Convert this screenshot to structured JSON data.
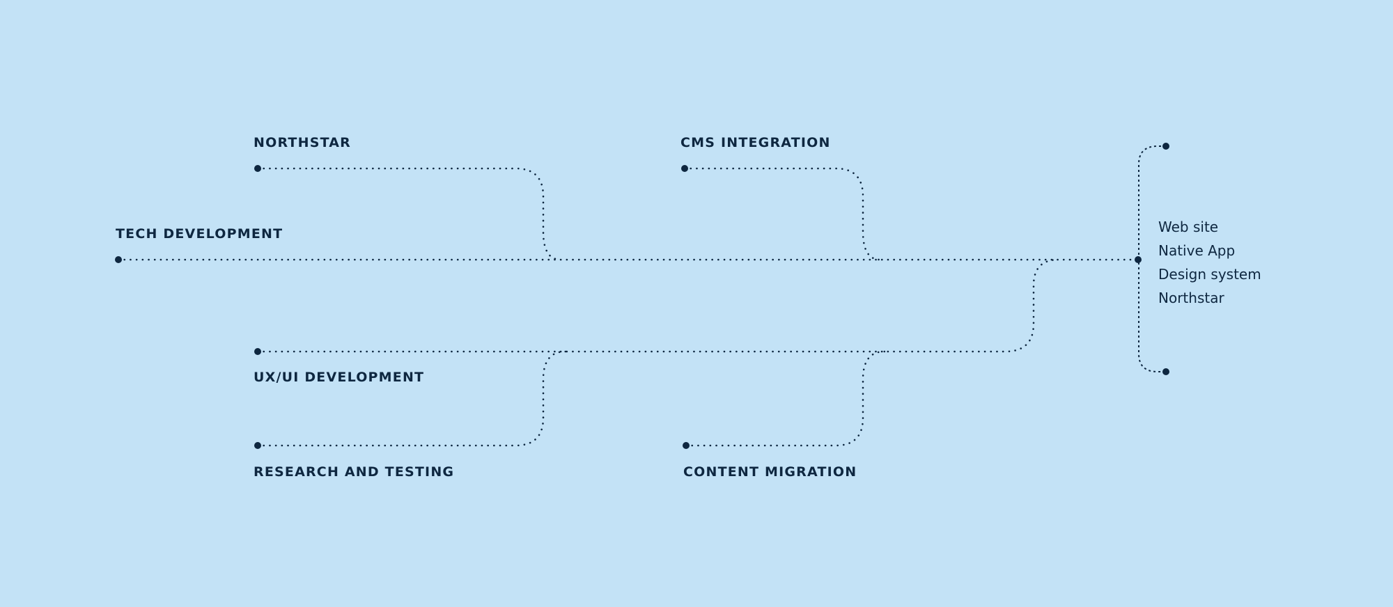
{
  "colors": {
    "background": "#c3e2f6",
    "ink": "#0e2740"
  },
  "streams": {
    "northstar": "NORTHSTAR",
    "cms_integration": "CMS INTEGRATION",
    "tech_development": "TECH DEVELOPMENT",
    "ux_ui_development": "UX/UI DEVELOPMENT",
    "research_and_testing": "RESEARCH AND TESTING",
    "content_migration": "CONTENT MIGRATION"
  },
  "outputs": [
    "Web site",
    "Native App",
    "Design system",
    "Northstar"
  ]
}
